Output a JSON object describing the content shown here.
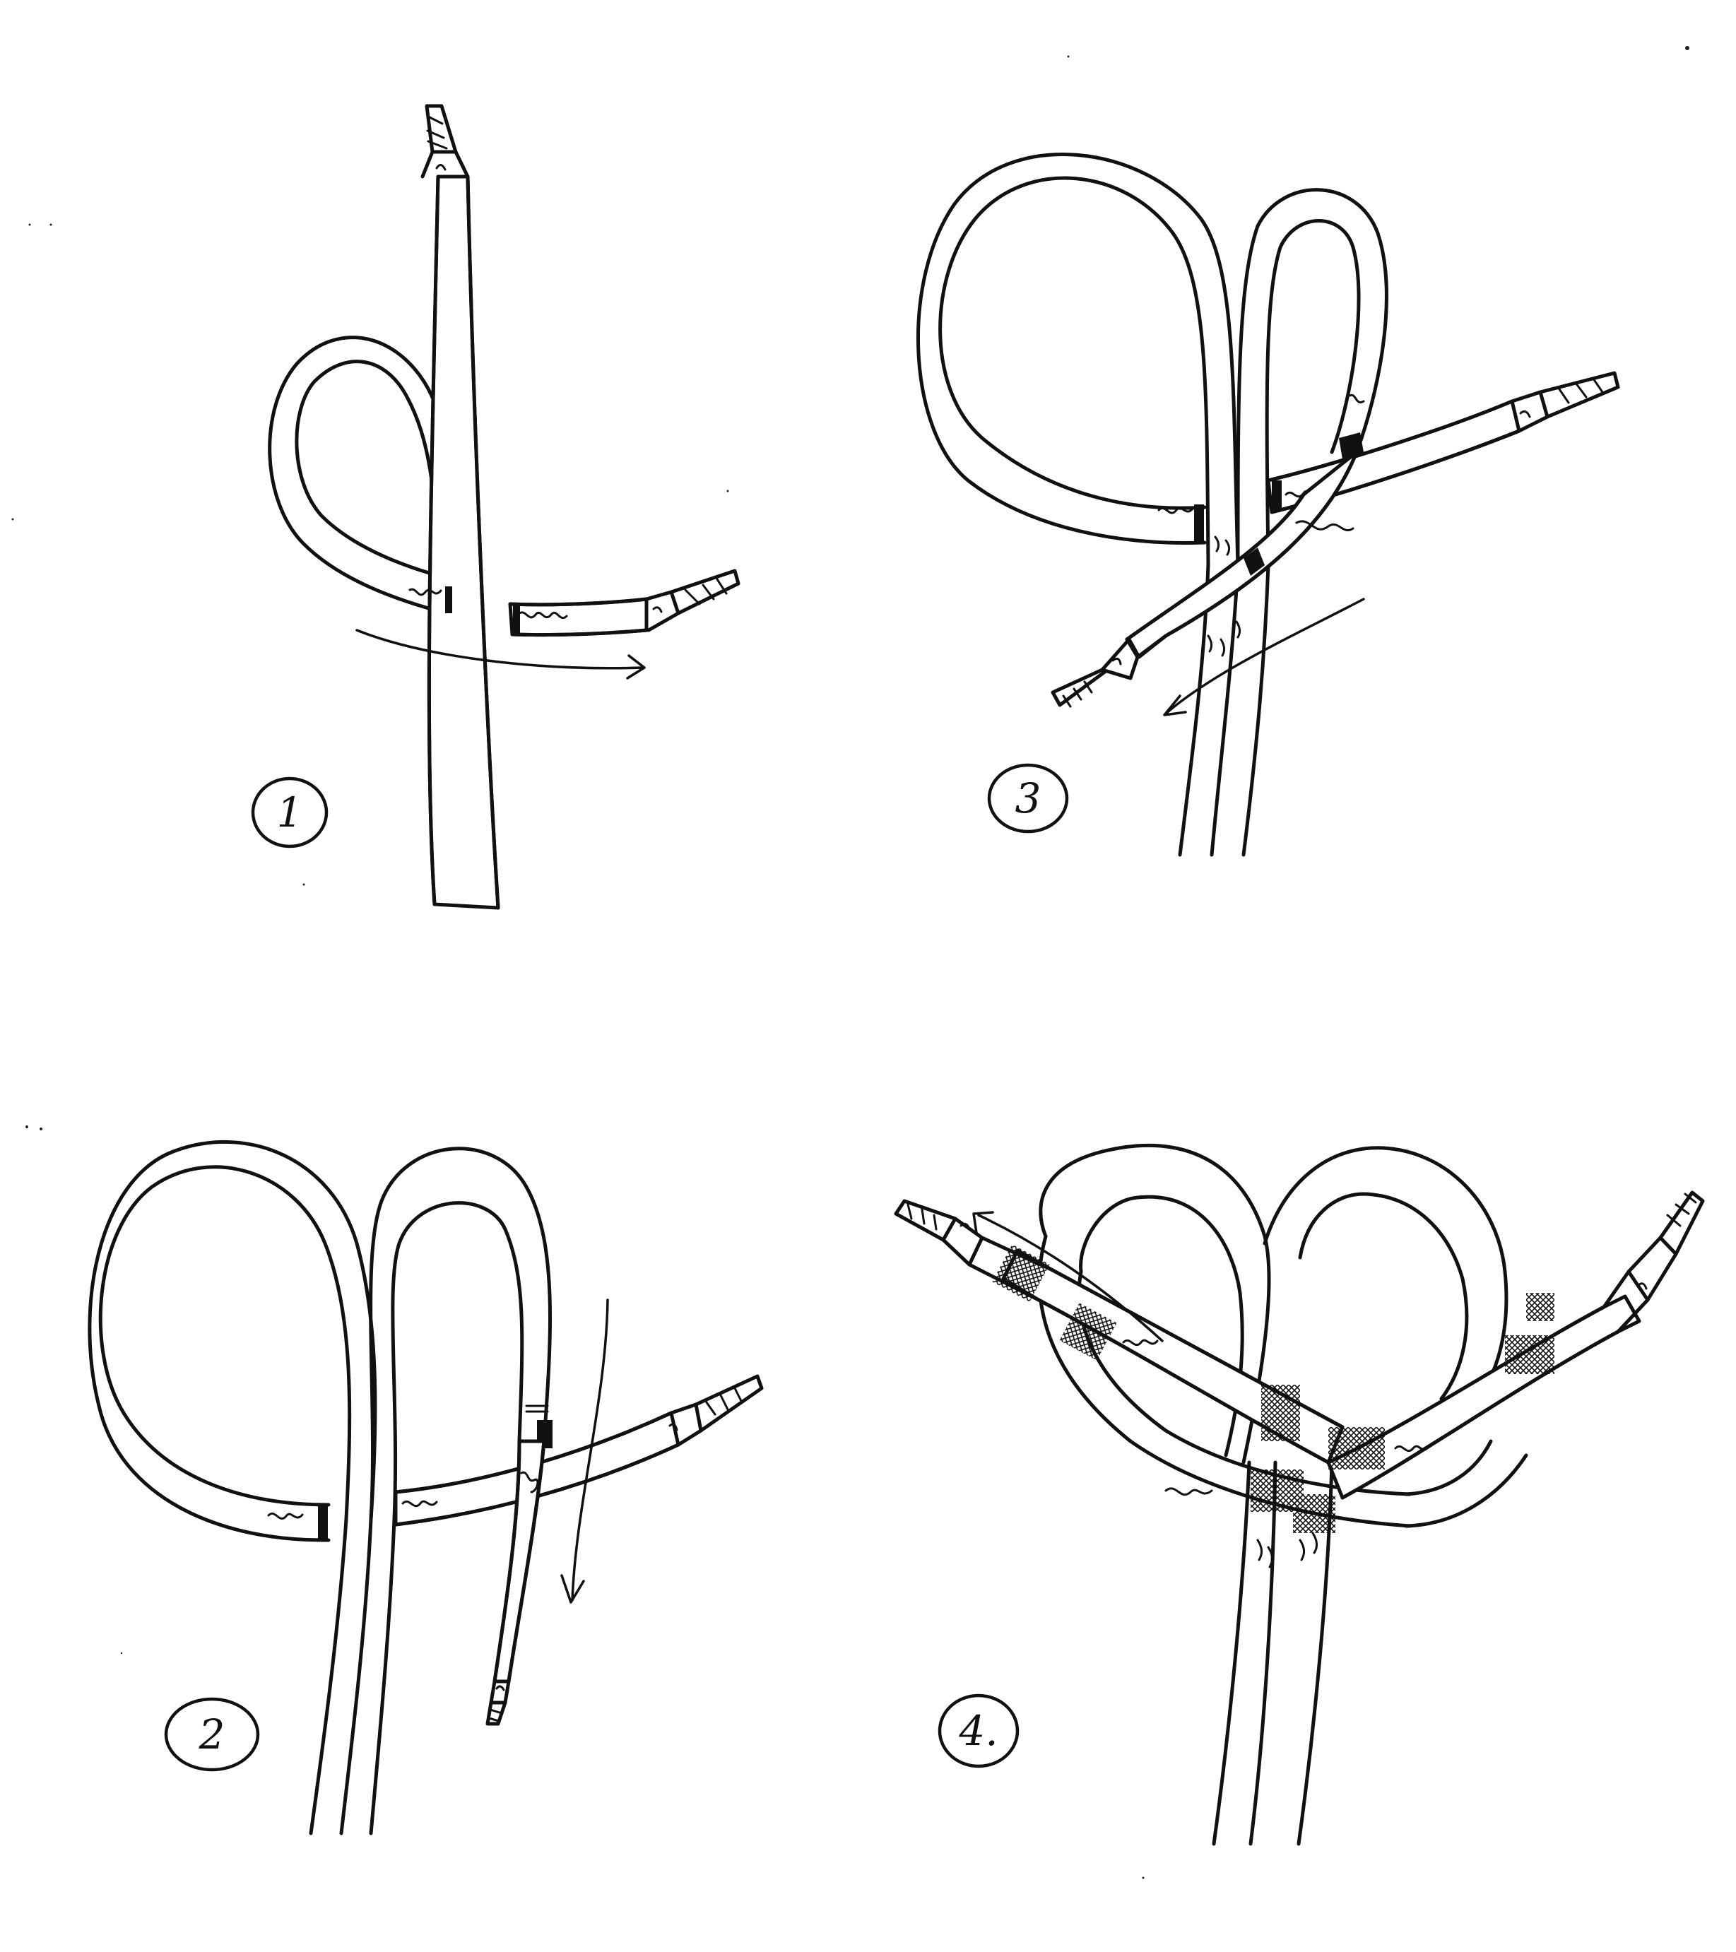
{
  "panels": [
    {
      "id": "panel-1",
      "step": "1"
    },
    {
      "id": "panel-2",
      "step": "2"
    },
    {
      "id": "panel-3",
      "step": "3"
    },
    {
      "id": "panel-4",
      "step": "4."
    }
  ],
  "colors": {
    "ink": "#111111",
    "paper": "#ffffff"
  }
}
